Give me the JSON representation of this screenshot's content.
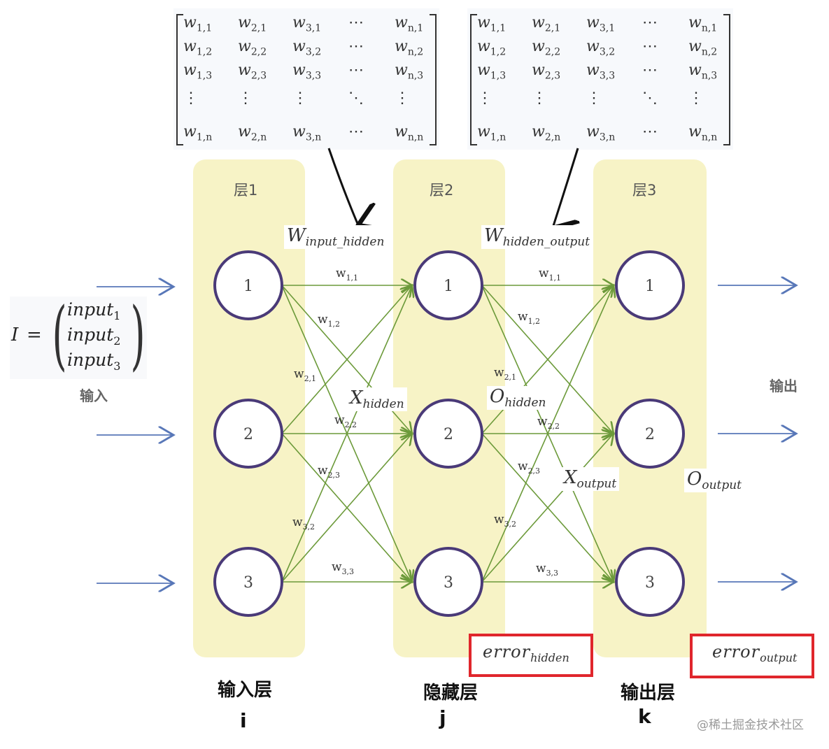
{
  "matrix_left": {
    "rows": [
      [
        "w1,1",
        "w2,1",
        "w3,1",
        "⋯",
        "wn,1"
      ],
      [
        "w1,2",
        "w2,2",
        "w3,2",
        "⋯",
        "wn,2"
      ],
      [
        "w1,3",
        "w2,3",
        "w3,3",
        "⋯",
        "wn,3"
      ],
      [
        "⋮",
        "⋮",
        "⋮",
        "⋱",
        "⋮"
      ],
      [
        "w1,n",
        "w2,n",
        "w3,n",
        "⋯",
        "wn,n"
      ]
    ]
  },
  "matrix_right": {
    "rows": [
      [
        "w1,1",
        "w2,1",
        "w3,1",
        "⋯",
        "wn,1"
      ],
      [
        "w1,2",
        "w2,2",
        "w3,2",
        "⋯",
        "wn,2"
      ],
      [
        "w1,3",
        "w2,3",
        "w3,3",
        "⋯",
        "wn,3"
      ],
      [
        "⋮",
        "⋮",
        "⋮",
        "⋱",
        "⋮"
      ],
      [
        "w1,n",
        "w2,n",
        "w3,n",
        "⋯",
        "wn,n"
      ]
    ]
  },
  "layers": {
    "layer1_title": "层1",
    "layer2_title": "层2",
    "layer3_title": "层3"
  },
  "nodes": {
    "layer1": [
      "1",
      "2",
      "3"
    ],
    "layer2": [
      "1",
      "2",
      "3"
    ],
    "layer3": [
      "1",
      "2",
      "3"
    ]
  },
  "weight_labels": {
    "w11": "w",
    "w11_sub": "1,1",
    "w12": "w",
    "w12_sub": "1,2",
    "w21": "w",
    "w21_sub": "2,1",
    "w22": "w",
    "w22_sub": "2,2",
    "w23": "w",
    "w23_sub": "2,3",
    "w32": "w",
    "w32_sub": "3,2",
    "w33": "w",
    "w33_sub": "3,3"
  },
  "symbols": {
    "w_input_hidden": "W",
    "w_input_hidden_sub": "input_hidden",
    "w_hidden_output": "W",
    "w_hidden_output_sub": "hidden_output",
    "x_hidden": "X",
    "x_hidden_sub": "hidden",
    "o_hidden": "O",
    "o_hidden_sub": "hidden",
    "x_output": "X",
    "x_output_sub": "output",
    "o_output": "O",
    "o_output_sub": "output",
    "error_hidden": "error",
    "error_hidden_sub": "hidden",
    "error_output": "error",
    "error_output_sub": "output"
  },
  "input_vector": {
    "lhs": "I",
    "eq": "=",
    "entries": [
      {
        "text": "input",
        "sub": "1"
      },
      {
        "text": "input",
        "sub": "2"
      },
      {
        "text": "input",
        "sub": "3"
      }
    ]
  },
  "side_labels": {
    "input": "输入",
    "output": "输出"
  },
  "bottom": {
    "input_layer": "输入层",
    "input_index": "i",
    "hidden_layer": "隐藏层",
    "hidden_index": "j",
    "output_layer": "输出层",
    "output_index": "k"
  },
  "watermark": "@稀土掘金技术社区",
  "colors": {
    "band": "#f7f3c6",
    "node_stroke": "#4a3a78",
    "link": "#6c9a3a",
    "arrow_blue": "#5877b8",
    "error_box": "#e0262c"
  }
}
